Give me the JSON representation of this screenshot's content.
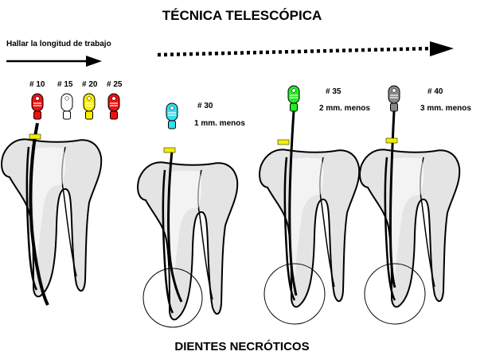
{
  "title": "TÉCNICA TELESCÓPICA",
  "subtitle": "DIENTES  NECRÓTICOS",
  "instruction": "Hallar la longitud de trabajo",
  "colors": {
    "red": "#ee1111",
    "white": "#ffffff",
    "yellow": "#ffee00",
    "cyan": "#33ddee",
    "green": "#22ee22",
    "gray": "#888888",
    "stopper": "#f2ee00",
    "tooth_fill": "#e4e4e4",
    "outline": "#000000"
  },
  "files_initial": [
    {
      "label": "# 10",
      "color": "red"
    },
    {
      "label": "# 15",
      "color": "white"
    },
    {
      "label": "# 20",
      "color": "yellow"
    },
    {
      "label": "# 25",
      "color": "red"
    }
  ],
  "steps": [
    {
      "label": "# 30",
      "note": "1 mm. menos",
      "color": "cyan"
    },
    {
      "label": "# 35",
      "note": "2 mm. menos",
      "color": "green"
    },
    {
      "label": "# 40",
      "note": "3 mm. menos",
      "color": "gray"
    }
  ]
}
